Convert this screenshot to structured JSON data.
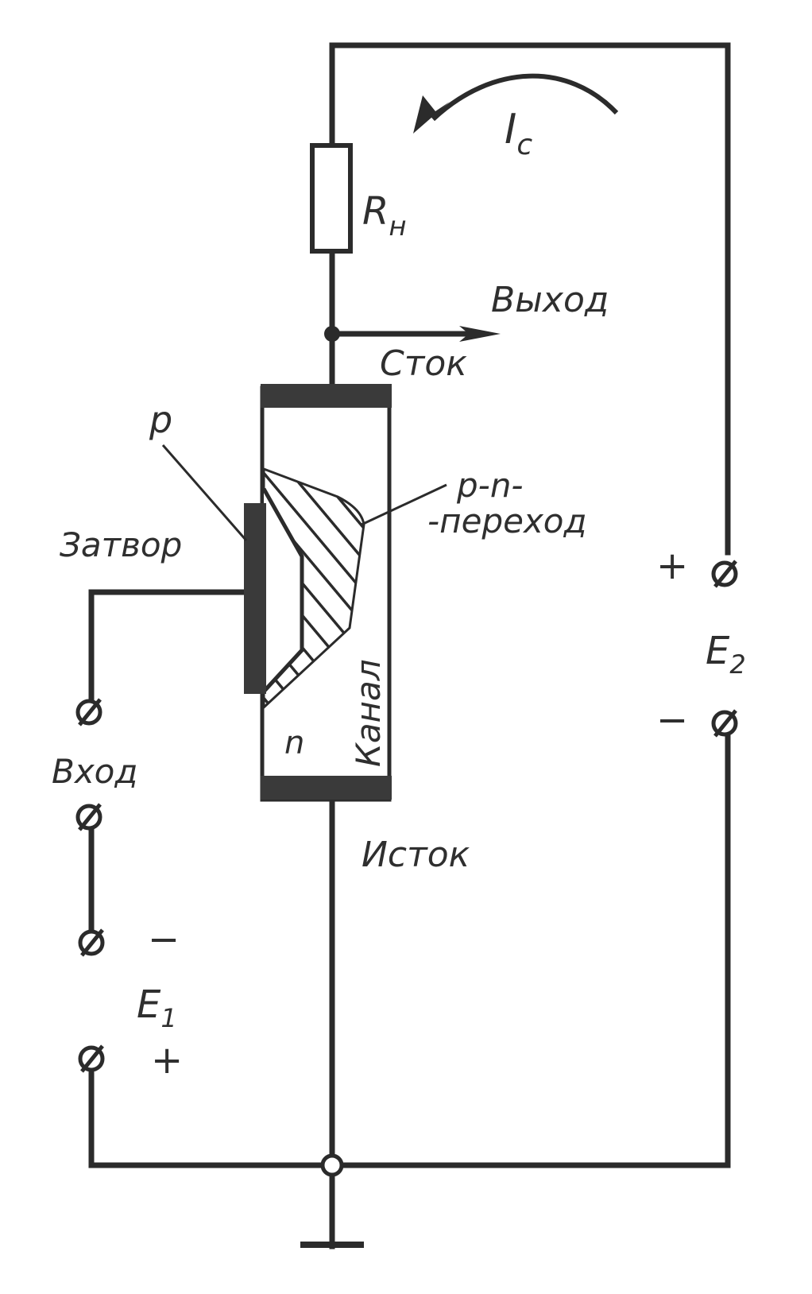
{
  "labels": {
    "current": "I",
    "current_sub": "c",
    "load": "R",
    "load_sub": "н",
    "output": "Выход",
    "drain": "Сток",
    "p_region": "p",
    "pn_junction_1": "p-n-",
    "pn_junction_2": "-переход",
    "gate": "Затвор",
    "channel": "Канал",
    "n_region": "n",
    "input": "Вход",
    "source": "Исток",
    "e1": "E",
    "e1_sub": "1",
    "e2": "E",
    "e2_sub": "2",
    "e1_minus": "−",
    "e1_plus": "+",
    "e2_plus": "+",
    "e2_minus": "−"
  },
  "colors": {
    "ink": "#2b2b2b",
    "electrode": "#3a3a3a",
    "background": "#ffffff"
  }
}
